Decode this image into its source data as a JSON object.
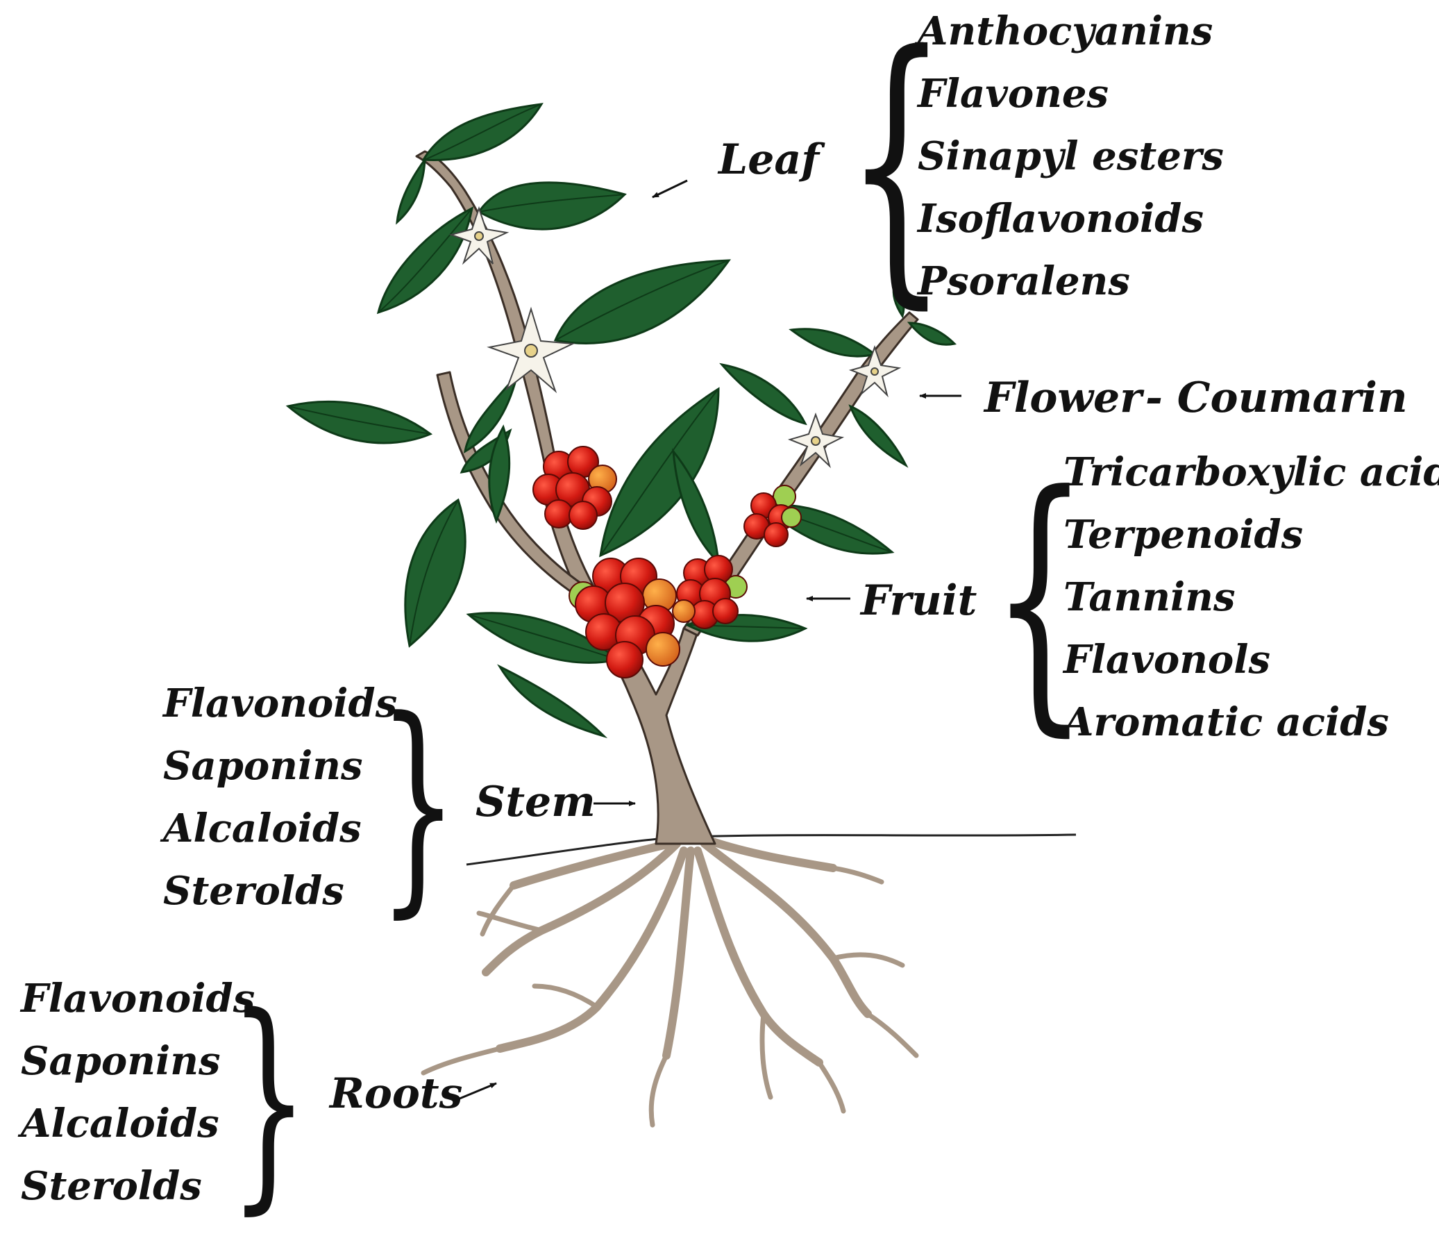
{
  "colors": {
    "leaf": "#1f5f2e",
    "leaf_vein": "#0e3a18",
    "stem": "#a89786",
    "stem_outline": "#3a2e26",
    "berry_red": "#d21a12",
    "berry_orange": "#ee7a1a",
    "berry_green": "#9fcf52",
    "flower": "#f6f3ea",
    "text": "#111111"
  },
  "parts": {
    "leaf": {
      "label": "Leaf",
      "compounds": [
        "Anthocyanins",
        "Flavones",
        "Sinapyl esters",
        "Isoflavonoids",
        "Psoralens"
      ]
    },
    "flower": {
      "label": "Flower",
      "compound": "- Coumarin"
    },
    "fruit": {
      "label": "Fruit",
      "compounds": [
        "Tricarboxylic acid",
        "Terpenoids",
        "Tannins",
        "Flavonols",
        "Aromatic acids"
      ]
    },
    "stem": {
      "label": "Stem",
      "compounds": [
        "Flavonoids",
        "Saponins",
        "Alcaloids",
        "Sterolds"
      ]
    },
    "roots": {
      "label": "Roots",
      "compounds": [
        "Flavonoids",
        "Saponins",
        "Alcaloids",
        "Sterolds"
      ]
    }
  }
}
